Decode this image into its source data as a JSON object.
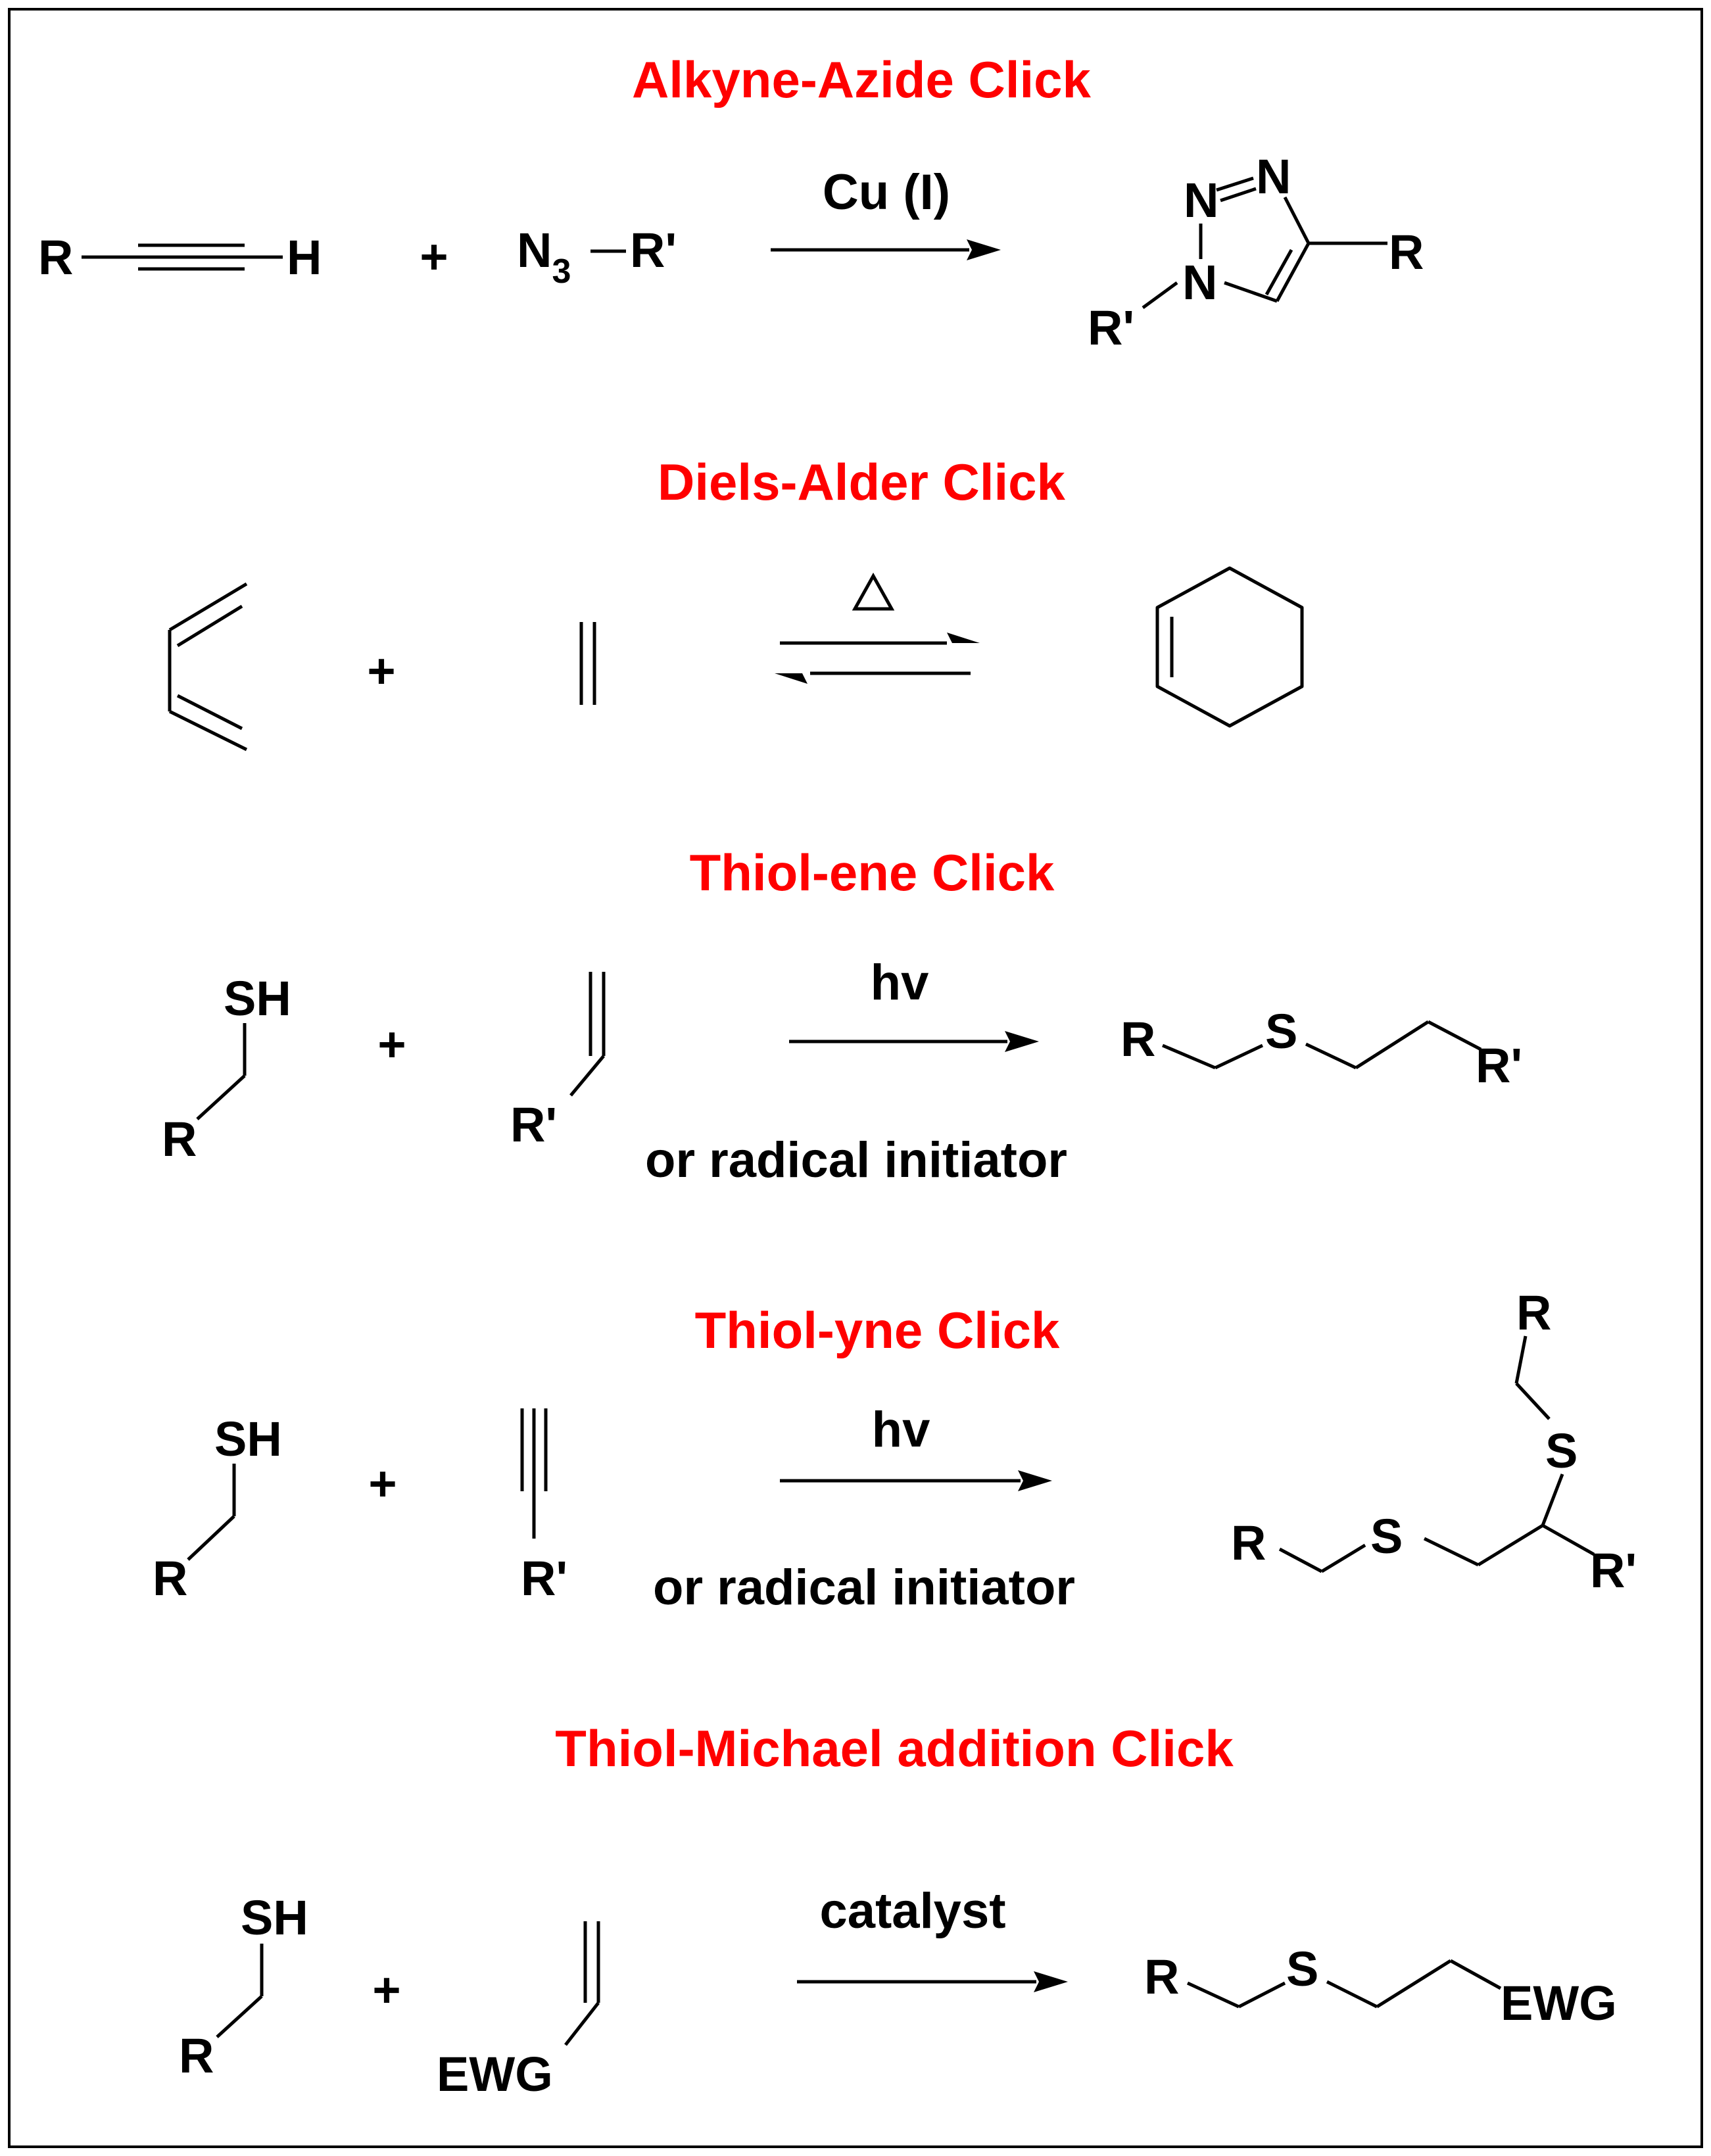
{
  "reactions": [
    {
      "title": "Alkyne-Azide Click",
      "reactant1": {
        "left": "R",
        "right": "H"
      },
      "plus": "+",
      "reactant2": {
        "azide": "N",
        "azide_sub": "3",
        "group": "R'"
      },
      "condition": "Cu (I)",
      "product": {
        "n1": "N",
        "n2": "N",
        "n3": "N",
        "r": "R",
        "r_prime": "R'"
      }
    },
    {
      "title": "Diels-Alder Click",
      "plus": "+",
      "condition_symbol": "Δ",
      "equilibrium": true
    },
    {
      "title": "Thiol-ene Click",
      "reactant1": {
        "sh": "SH",
        "r": "R"
      },
      "plus": "+",
      "reactant2": {
        "r_prime": "R'"
      },
      "condition_top": "hv",
      "condition_bottom": "or radical initiator",
      "product": {
        "r": "R",
        "s": "S",
        "r_prime": "R'"
      }
    },
    {
      "title": "Thiol-yne Click",
      "reactant1": {
        "sh": "SH",
        "r": "R"
      },
      "plus": "+",
      "reactant2": {
        "r_prime": "R'"
      },
      "condition_top": "hv",
      "condition_bottom": "or radical initiator",
      "product": {
        "r_top": "R",
        "s_top": "S",
        "r_left": "R",
        "s_mid": "S",
        "r_prime": "R'"
      }
    },
    {
      "title": "Thiol-Michael addition Click",
      "reactant1": {
        "sh": "SH",
        "r": "R"
      },
      "plus": "+",
      "reactant2": {
        "ewg": "EWG"
      },
      "condition": "catalyst",
      "product": {
        "r": "R",
        "s": "S",
        "ewg": "EWG"
      }
    }
  ],
  "colors": {
    "title": "#ff0000",
    "ink": "#000000",
    "background": "#ffffff"
  }
}
